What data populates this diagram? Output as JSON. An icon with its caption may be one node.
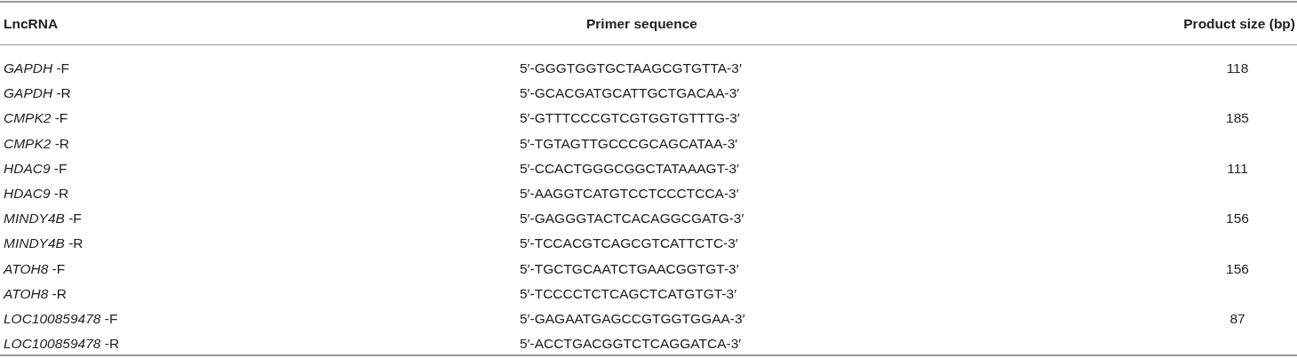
{
  "diagram": {
    "labels": [
      "LncRNA",
      "Primer sequence",
      "Product size (bp)",
      "*GAPDH* -F",
      "5′-GGGTGGTGCTAAGCGTGTTA-3′",
      "118",
      "*GAPDH* -R",
      "5′-GCACGATGCATTGCTGACAA-3′",
      "*CMPK2* -F",
      "5′-GTTTCCCGTCGTGGTGTTTG-3′",
      "185",
      "*CMPK2* -R",
      "5′-TGTAGTTGCCCGCAGCATAA-3′",
      "*HDAC9* -F",
      "5′-CCACTGGGCGGCTATAAAGT-3′",
      "111",
      "*HDAC9* -R",
      "5′-AAGGTCATGTCCTCCCTCCA-3′",
      "*MINDY4B* -F",
      "5′-GAGGGTACTCACAGGCGATG-3′",
      "156",
      "*MINDY4B* -R",
      "5′-TCCACGTCAGCGTCATTCTC-3′",
      "*ATOH8* -F",
      "5′-TGCTGCAATCTGAACGGTGT-3′",
      "156",
      "*ATOH8* -R",
      "5′-TCCCCTCTCAGCTCATGTGT-3′",
      "*LOC100859478* -F",
      "5′-GAGAATGAGCCGTGGTGGAA-3′",
      "87",
      "*LOC100859478* -R",
      "5′-ACCTGACGGTCTCAGGATCA-3′"
    ]
  }
}
